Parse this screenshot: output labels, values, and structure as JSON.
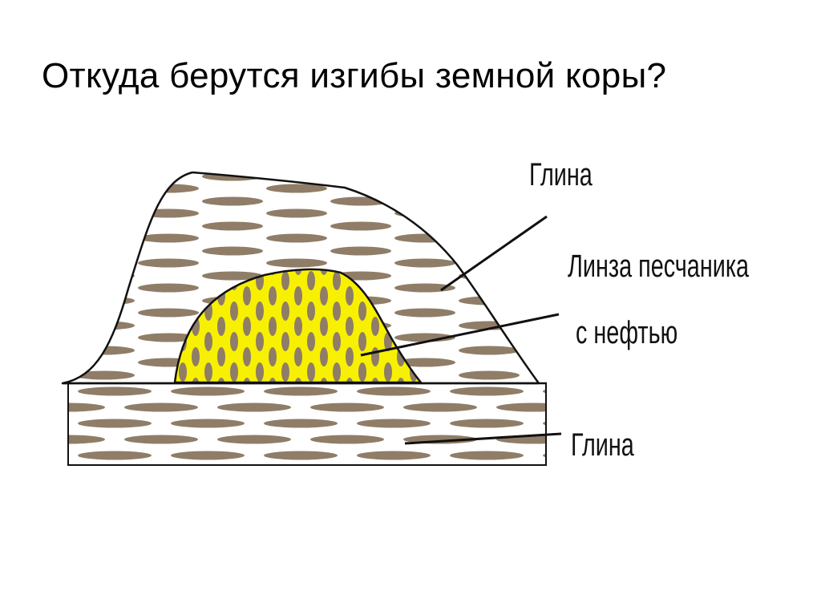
{
  "slide": {
    "title": "Откуда берутся изгибы земной коры?"
  },
  "diagram": {
    "labels": {
      "clay_top": "Глина",
      "sandstone_line1": "Линза песчаника",
      "sandstone_line2": "с нефтью",
      "clay_bottom": "Глина"
    },
    "colors": {
      "clay_dash": "#8f7d68",
      "clay_bg": "#ffffff",
      "sandstone_fill": "#f7f000",
      "sandstone_dots": "#8f7d68",
      "outline": "#111111"
    }
  }
}
